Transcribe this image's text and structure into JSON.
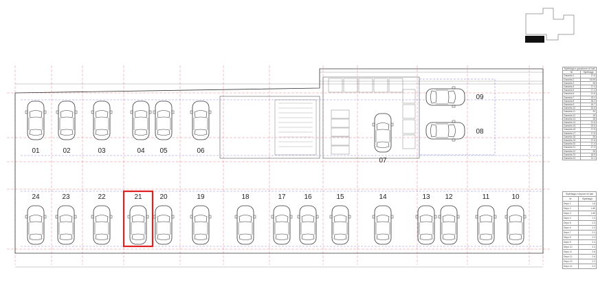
{
  "plan": {
    "colors": {
      "highlight": "#e02020",
      "grid_red": "#e06070",
      "grid_blue": "#7070d0",
      "line": "#333333"
    },
    "top_spots": [
      "01",
      "02",
      "03",
      "04",
      "05",
      "06"
    ],
    "middle_spots": [
      "07",
      "09",
      "08"
    ],
    "bottom_spots": [
      "24",
      "23",
      "22",
      "21",
      "20",
      "19",
      "18",
      "17",
      "16",
      "15",
      "14",
      "13",
      "12",
      "11",
      "10"
    ],
    "highlighted_spot": "21"
  },
  "garage_table": {
    "title": "Sipërfaqja e garazheve në kati",
    "headers": [
      "Nr",
      "Sipërfaqja"
    ],
    "rows": [
      [
        "Garazha 1",
        "17.6"
      ],
      [
        "Garazha 2",
        "18.05"
      ],
      [
        "Garazha 3",
        "26"
      ],
      [
        "Garazha 4",
        "17.4"
      ],
      [
        "Garazha 5",
        "17.4"
      ],
      [
        "Garazha 6",
        "21.6"
      ],
      [
        "Garazha 7",
        "23.4"
      ],
      [
        "Garazha 8",
        "28.2"
      ],
      [
        "Garazha 9",
        "16.7"
      ],
      [
        "Garazha 10",
        "19.6"
      ],
      [
        "Garazha 11",
        "20"
      ],
      [
        "Garazha 12",
        "16"
      ],
      [
        "Garazha 13",
        "18"
      ],
      [
        "Garazha 14",
        "21.6"
      ],
      [
        "Garazha 15",
        "20.6"
      ],
      [
        "Garazha 16",
        "17.5"
      ],
      [
        "Garazha 17",
        "17.5"
      ],
      [
        "Garazha 18",
        "26"
      ],
      [
        "Garazha 19",
        "27.6"
      ],
      [
        "Garazha 20",
        "17.4"
      ],
      [
        "Garazha 21",
        "17.4"
      ],
      [
        "Garazha 22",
        "25"
      ],
      [
        "Garazha 23",
        "18.5"
      ],
      [
        "Garazha 24",
        "21.1"
      ]
    ]
  },
  "depo_table": {
    "title": "Sipërfaqja e depove në kati",
    "headers": [
      "Nr",
      "Sipërfaqja"
    ],
    "rows": [
      [
        "Depo 1",
        "1.8"
      ],
      [
        "Depo 2",
        "1.65"
      ],
      [
        "Depo 3",
        "1.65"
      ],
      [
        "Depo 4",
        "1.3"
      ],
      [
        "Depo 5",
        "2.3"
      ],
      [
        "Depo 6",
        "2.3"
      ],
      [
        "Depo 7",
        "2.3"
      ],
      [
        "Depo 8",
        "2.3"
      ],
      [
        "Depo 9",
        "2.4"
      ],
      [
        "Depo 10",
        "2.3"
      ],
      [
        "Depo 11",
        "2.6"
      ],
      [
        "Depo 12",
        "2.6"
      ],
      [
        "Depo 13",
        "2.2"
      ],
      [
        "Depo 14",
        "2.2"
      ]
    ]
  }
}
